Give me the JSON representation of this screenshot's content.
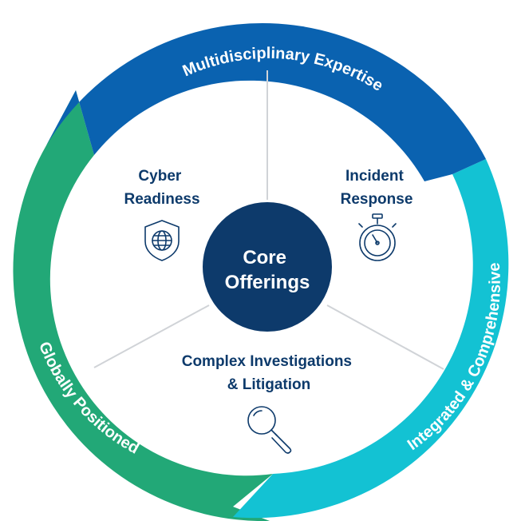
{
  "ring": {
    "top": "Multidisciplinary Expertise",
    "right": "Integrated & Comprehensive",
    "left": "Globally Positioned"
  },
  "segments": {
    "cyber": {
      "line1": "Cyber",
      "line2": "Readiness",
      "icon": "shield-globe-icon"
    },
    "incident": {
      "line1": "Incident",
      "line2": "Response",
      "icon": "stopwatch-icon"
    },
    "complex": {
      "line1": "Complex Investigations",
      "line2": "& Litigation",
      "icon": "magnifier-icon"
    }
  },
  "core": {
    "line1": "Core",
    "line2": "Offerings"
  },
  "colors": {
    "top_arc": "#0a62b0",
    "right_arc": "#13c2d3",
    "left_arc": "#22a877",
    "core": "#0d3a6b",
    "text": "#0d3a6b",
    "divider": "#d0d3d7"
  }
}
